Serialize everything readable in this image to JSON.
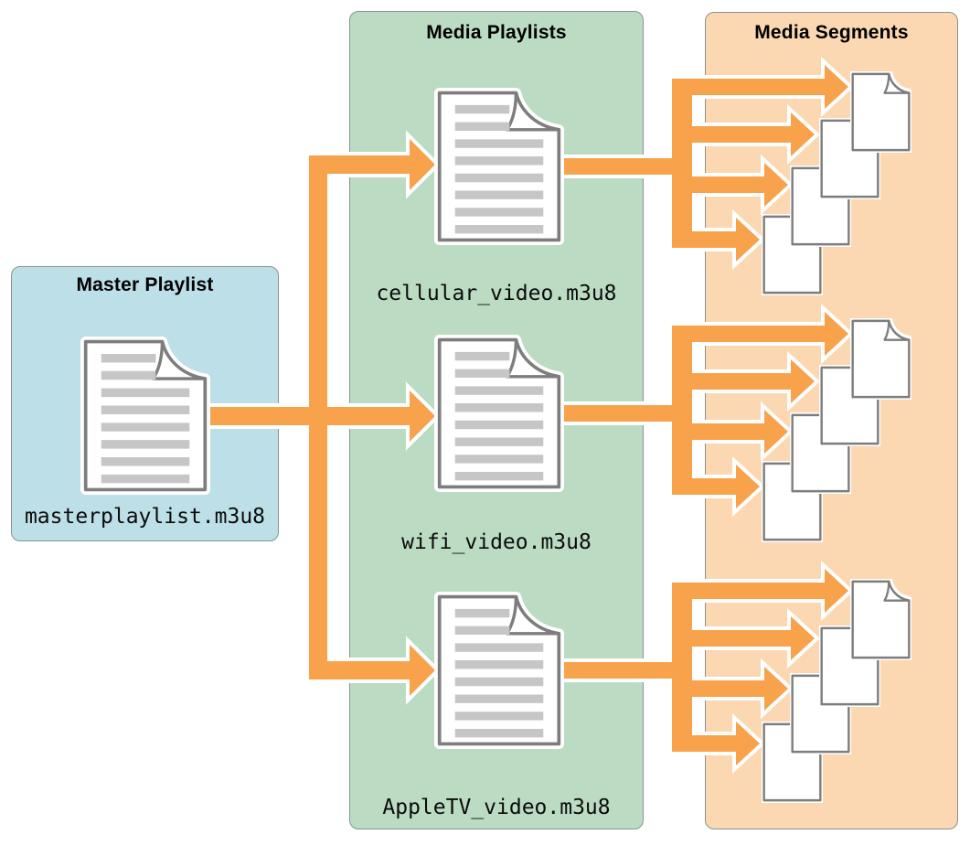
{
  "diagram_title": "HLS master playlist to media playlists to media segments flow",
  "colors": {
    "arrow": "#F8A24C",
    "master_box": "#BDDFE7",
    "playlists_box": "#BBDCC3",
    "segments_box": "#FBD8B1",
    "doc_border": "#7D7D7D",
    "doc_line": "#C6C6C6",
    "box_border": "#879393"
  },
  "master": {
    "title": "Master Playlist",
    "file": "masterplaylist.m3u8"
  },
  "media_playlists": {
    "title": "Media Playlists",
    "items": [
      {
        "file": "cellular_video.m3u8"
      },
      {
        "file": "wifi_video.m3u8"
      },
      {
        "file": "AppleTV_video.m3u8"
      }
    ]
  },
  "media_segments": {
    "title": "Media Segments",
    "groups": [
      {
        "for": "cellular_video.m3u8",
        "segment_count": 4
      },
      {
        "for": "wifi_video.m3u8",
        "segment_count": 4
      },
      {
        "for": "AppleTV_video.m3u8",
        "segment_count": 4
      }
    ]
  }
}
